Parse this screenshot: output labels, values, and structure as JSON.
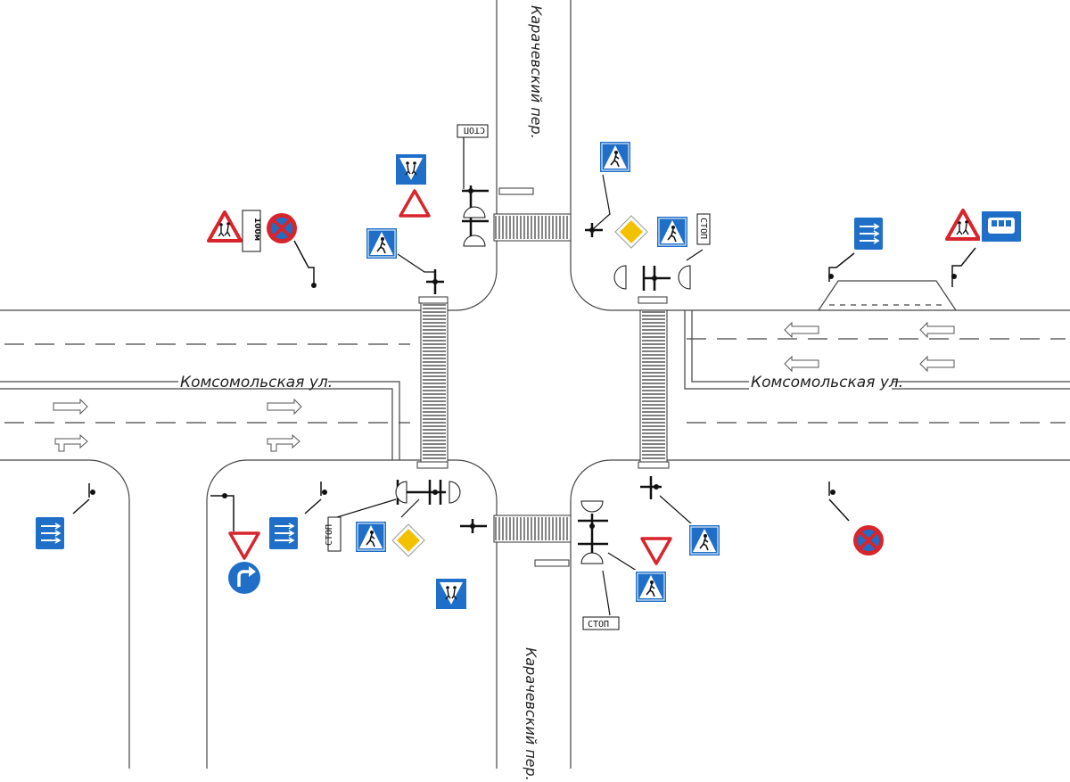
{
  "streets": {
    "main_west": "Комсомольская ул.",
    "main_east": "Комсомольская ул.",
    "cross_north": "Карачевский пер.",
    "cross_south": "Карачевский пер."
  },
  "signs": {
    "stop_text": "СТОП",
    "distance_plate": "100м"
  },
  "colors": {
    "sign_blue": "#1f6fc8",
    "sign_red": "#d8242b",
    "priority_yellow": "#f2c200",
    "road_line": "#444444"
  },
  "icons": [
    "pedestrian-crossing-sign",
    "children-crossing-sign",
    "children-warning-sign",
    "yield-sign",
    "priority-road-sign",
    "no-stopping-sign",
    "turn-right-mandatory-sign",
    "lane-direction-sign",
    "bus-stop-sign",
    "traffic-light",
    "speed-bump"
  ]
}
